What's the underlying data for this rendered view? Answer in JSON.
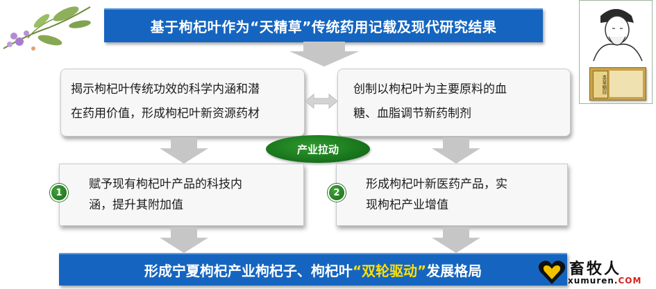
{
  "top_banner": "基于枸杞叶作为“天精草”传统药用记载及现代研究结果",
  "left_card": {
    "line1": "揭示枸杞叶传统功效的科学内涵和潜",
    "line2": "在药用价值，形成枸杞叶新资源药材"
  },
  "right_card": {
    "line1": "创制以枸杞叶为主要原料的血",
    "line2": "糖、血脂调节新药制剂"
  },
  "center_label": "产业拉动",
  "left_result": {
    "number": "1",
    "line1": "赋予现有枸杞叶产品的科技内",
    "line2": "涵，提升其附加值"
  },
  "right_result": {
    "number": "2",
    "line1": "形成枸杞叶新医药产品，实",
    "line2": "现枸杞产业增值"
  },
  "bottom_banner": {
    "before": "形成宁夏枸杞产业枸杞子、枸杞叶",
    "highlight": "“双轮驱动”",
    "after": "发展格局"
  },
  "book_title": "本草纲目",
  "watermark": {
    "name": "畜牧人",
    "url_main": "xumuren.",
    "url_tld": "COM"
  },
  "colors": {
    "banner_blue": "#1565c0",
    "highlight_yellow": "#ffe000",
    "ellipse_green": "#1b7a1b",
    "arrow_gray": "#c6c6c6"
  }
}
